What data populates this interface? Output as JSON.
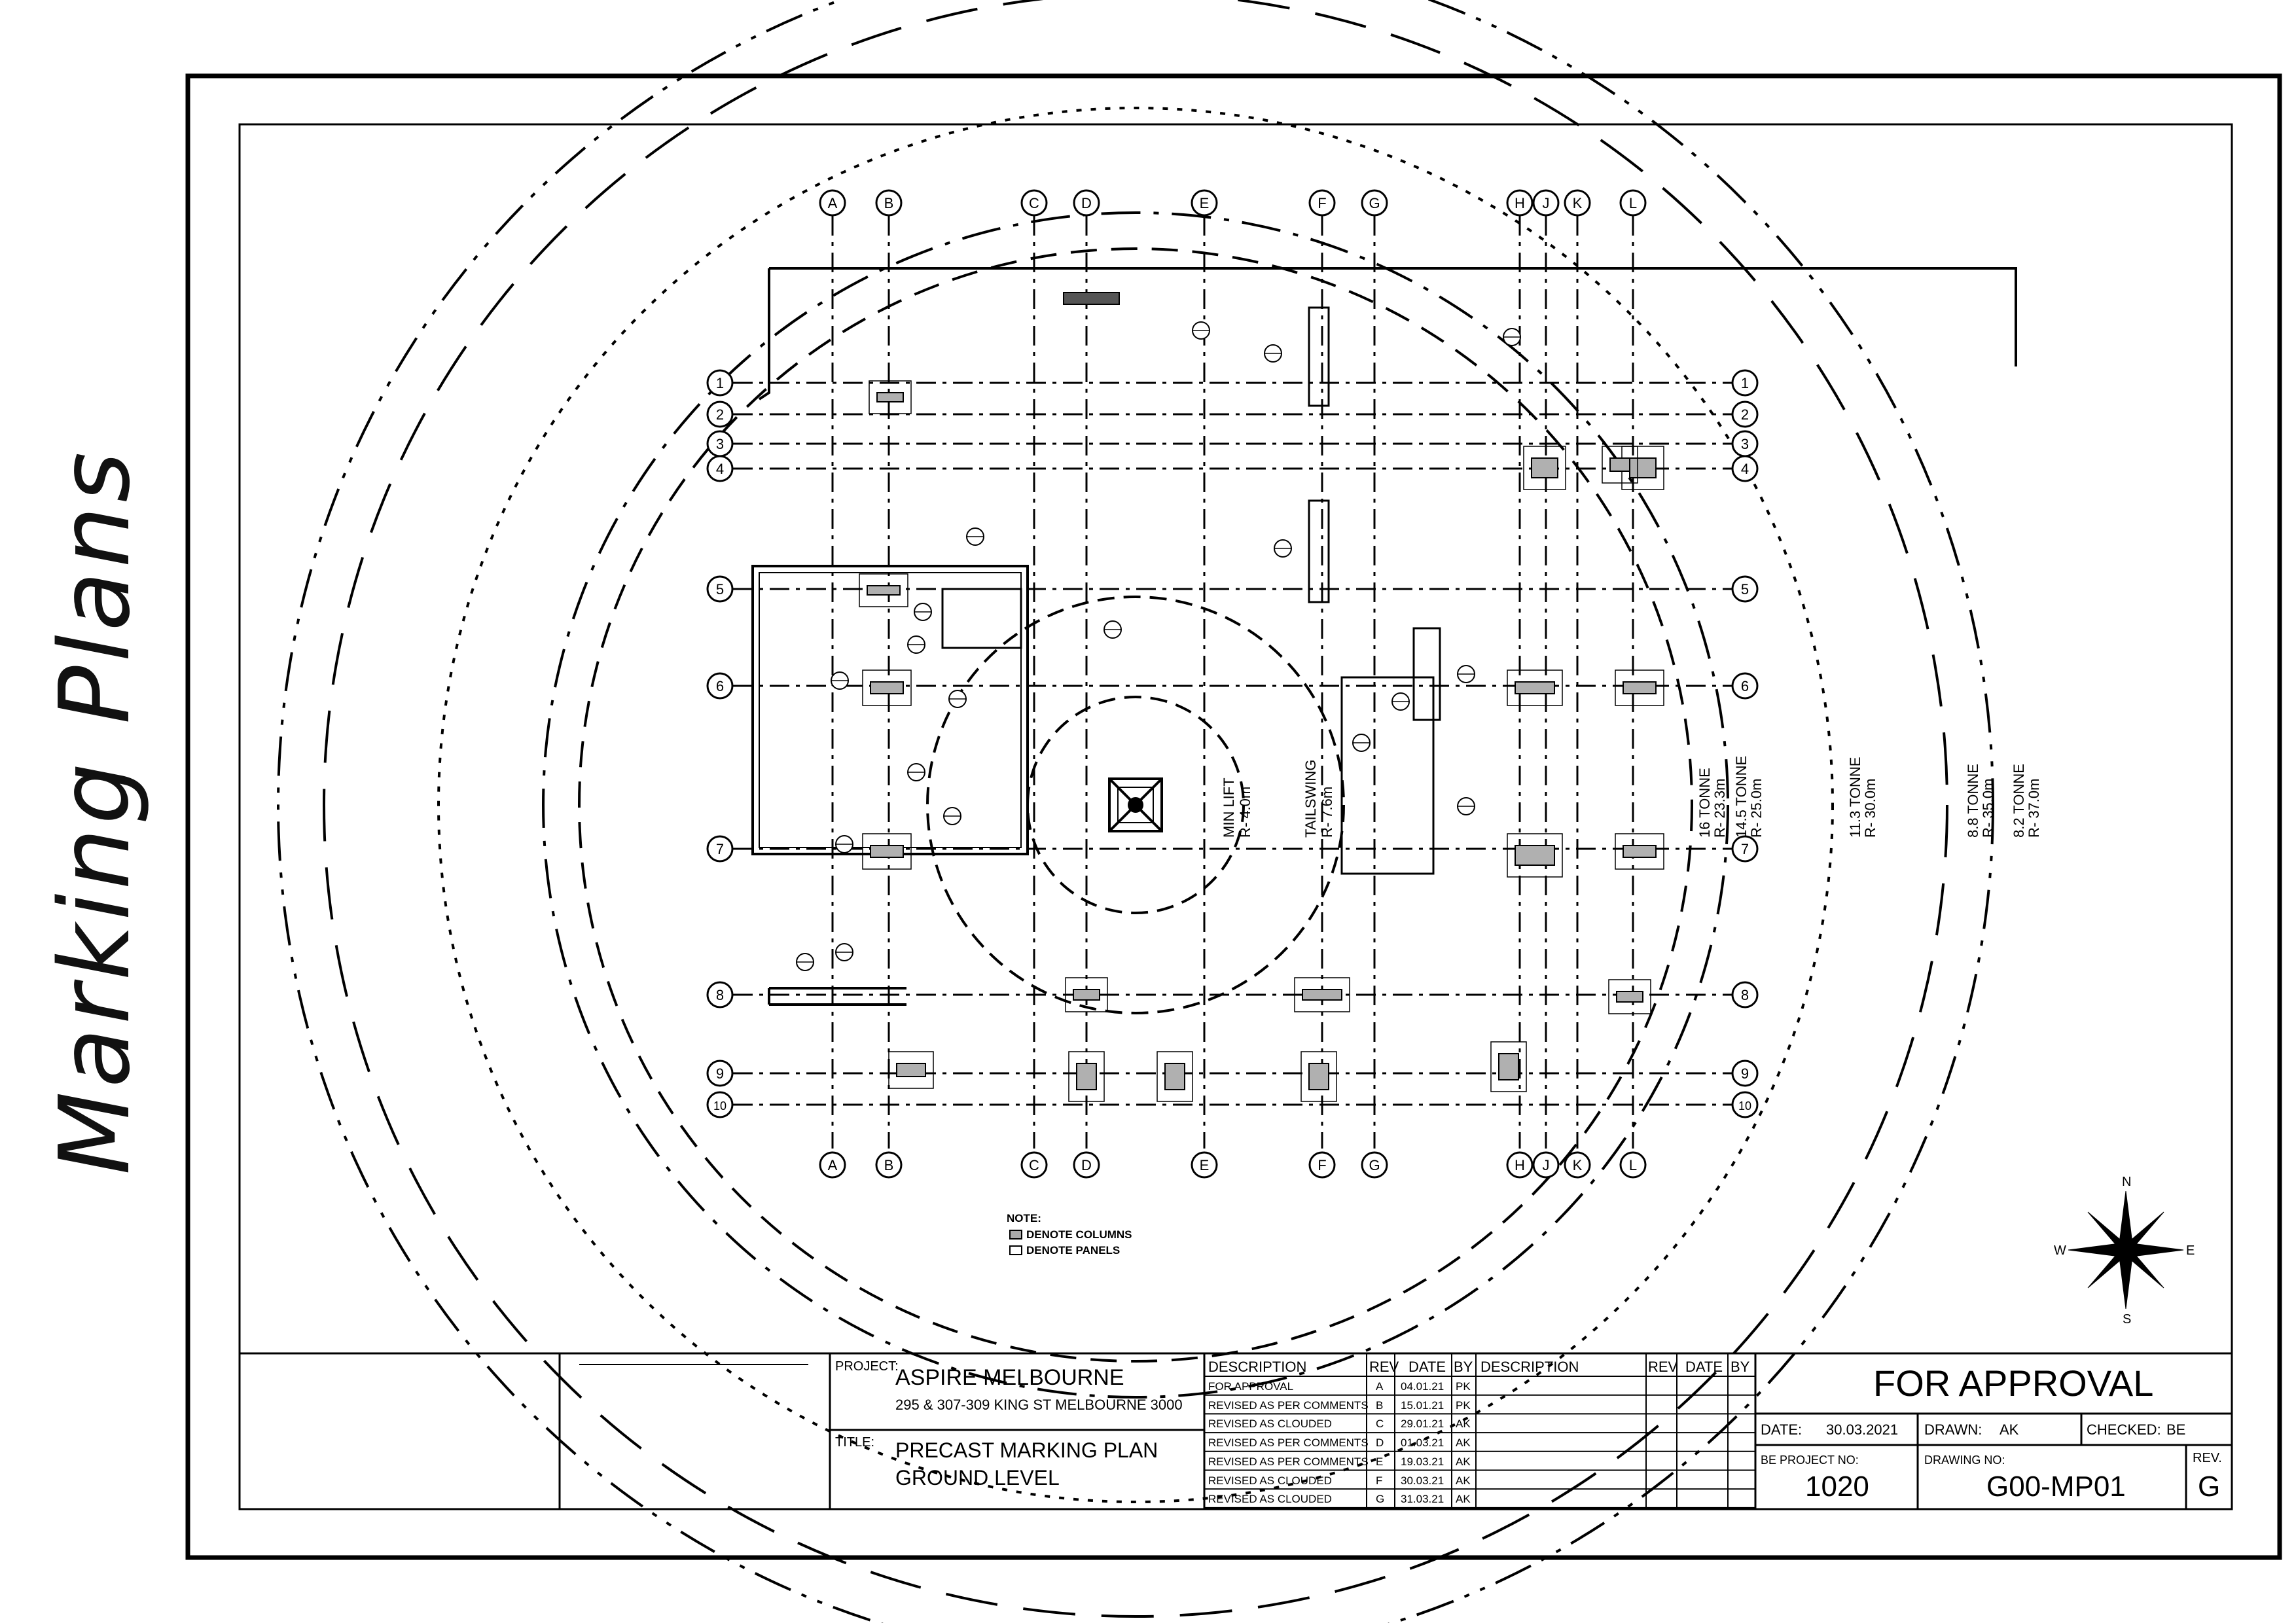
{
  "side_title": "Marking Plans",
  "grid": {
    "columns": [
      "A",
      "B",
      "C",
      "D",
      "E",
      "F",
      "G",
      "H",
      "J",
      "K",
      "L"
    ],
    "rows": [
      "1",
      "2",
      "3",
      "4",
      "5",
      "6",
      "7",
      "8",
      "9",
      "10"
    ]
  },
  "crane": {
    "inner_label": "MIN LIFT",
    "inner_radius": "R- 4.0m",
    "swing_label": "TAILSWING",
    "swing_radius": "R- 7.6m",
    "capacities": [
      {
        "tonne": "16 TONNE",
        "radius": "R- 23.3m"
      },
      {
        "tonne": "14.5 TONNE",
        "radius": "R- 25.0m"
      },
      {
        "tonne": "11.3 TONNE",
        "radius": "R- 30.0m"
      },
      {
        "tonne": "8.8 TONNE",
        "radius": "R- 35.0m"
      },
      {
        "tonne": "8.2 TONNE",
        "radius": "R- 37.0m"
      }
    ]
  },
  "notes": {
    "title": "NOTE:",
    "items": [
      "DENOTE COLUMNS",
      "DENOTE PANELS"
    ]
  },
  "compass": {
    "n": "N",
    "s": "S",
    "e": "E",
    "w": "W"
  },
  "title_block": {
    "project_label": "PROJECT:",
    "project_name": "ASPIRE MELBOURNE",
    "project_address": "295 & 307-309 KING ST MELBOURNE 3000",
    "title_label": "TITLE:",
    "title_line1": "PRECAST MARKING PLAN",
    "title_line2": "GROUND LEVEL",
    "rev_headers": [
      "DESCRIPTION",
      "REV",
      "DATE",
      "BY",
      "DESCRIPTION",
      "REV",
      "DATE",
      "BY"
    ],
    "revisions": [
      {
        "description": "FOR APPROVAL",
        "rev": "A",
        "date": "04.01.21",
        "by": "PK"
      },
      {
        "description": "REVISED AS PER COMMENTS",
        "rev": "B",
        "date": "15.01.21",
        "by": "PK"
      },
      {
        "description": "REVISED AS CLOUDED",
        "rev": "C",
        "date": "29.01.21",
        "by": "AK"
      },
      {
        "description": "REVISED AS PER COMMENTS",
        "rev": "D",
        "date": "01.03.21",
        "by": "AK"
      },
      {
        "description": "REVISED AS PER COMMENTS",
        "rev": "E",
        "date": "19.03.21",
        "by": "AK"
      },
      {
        "description": "REVISED AS CLOUDED",
        "rev": "F",
        "date": "30.03.21",
        "by": "AK"
      },
      {
        "description": "REVISED AS CLOUDED",
        "rev": "G",
        "date": "31.03.21",
        "by": "AK"
      }
    ],
    "status": "FOR APPROVAL",
    "date_label": "DATE:",
    "date_value": "30.03.2021",
    "drawn_label": "DRAWN:",
    "drawn_value": "AK",
    "checked_label": "CHECKED:",
    "checked_value": "BE",
    "project_no_label": "BE PROJECT NO:",
    "project_no": "1020",
    "drawing_no_label": "DRAWING NO:",
    "drawing_no": "G00-MP01",
    "rev_label": "REV.",
    "rev_value": "G"
  }
}
